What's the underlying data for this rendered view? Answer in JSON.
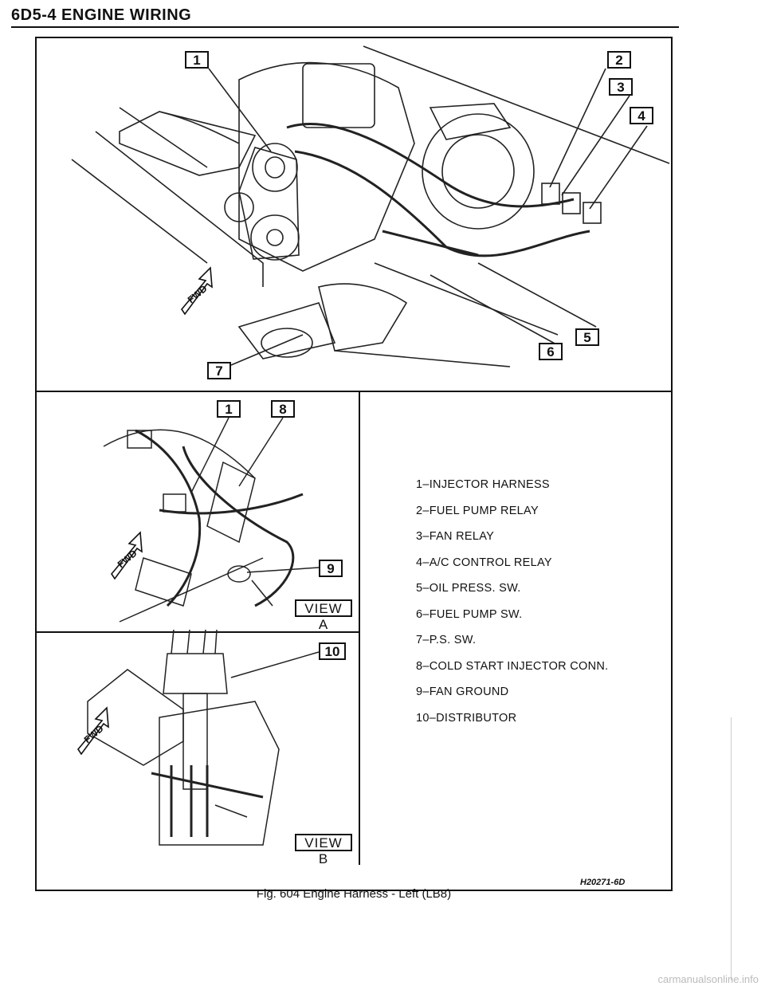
{
  "header": {
    "title": "6D5-4 ENGINE WIRING"
  },
  "callouts": {
    "main": [
      "1",
      "2",
      "3",
      "4",
      "5",
      "6",
      "7"
    ],
    "view_a": [
      "1",
      "8",
      "9"
    ],
    "view_b": [
      "10"
    ]
  },
  "views": {
    "a": "VIEW A",
    "b": "VIEW B"
  },
  "fwd": "FWD",
  "legend": [
    "1–INJECTOR HARNESS",
    "2–FUEL PUMP RELAY",
    "3–FAN RELAY",
    "4–A/C CONTROL RELAY",
    "5–OIL PRESS. SW.",
    "6–FUEL PUMP SW.",
    "7–P.S. SW.",
    "8–COLD START INJECTOR CONN.",
    "9–FAN GROUND",
    "10–DISTRIBUTOR"
  ],
  "figure_number": "H20271-6D",
  "caption": "Fig. 604 Engine Harness - Left (LB8)",
  "watermark": "carmanualsonline.info"
}
